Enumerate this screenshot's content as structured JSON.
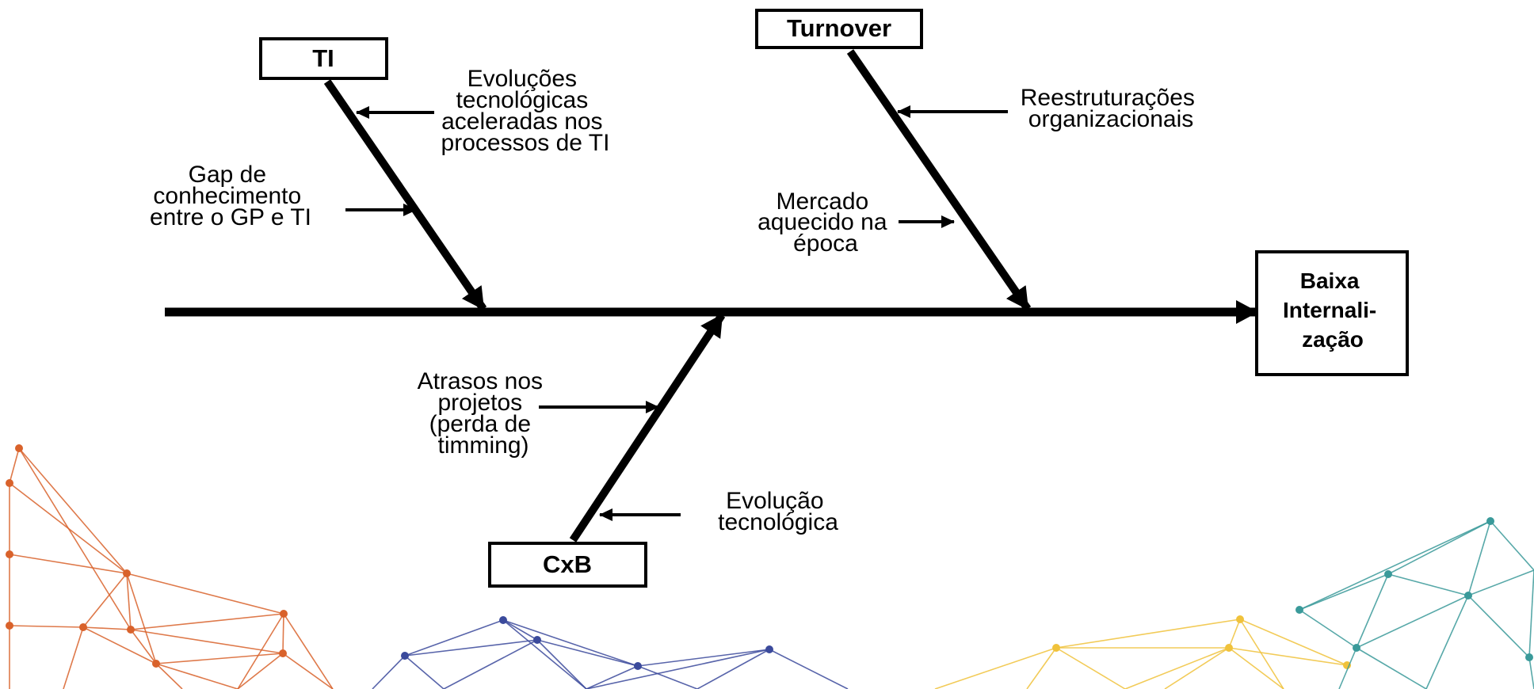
{
  "effect": {
    "lines": [
      "Baixa",
      "Internali-",
      "zação"
    ]
  },
  "categories": {
    "ti": "TI",
    "turnover": "Turnover",
    "cxb": "CxB"
  },
  "causes": {
    "ti_1": [
      "Evoluções",
      "tecnológicas",
      "aceleradas nos",
      "processos de TI"
    ],
    "ti_2": [
      "Gap de",
      "conhecimento",
      "entre o GP e TI"
    ],
    "turnover_1": [
      "Reestruturações",
      "organizacionais"
    ],
    "turnover_2": [
      "Mercado",
      "aquecido na",
      "época"
    ],
    "cxb_1": [
      "Atrasos nos",
      "projetos",
      "(perda de",
      "timming)"
    ],
    "cxb_2": [
      "Evolução",
      "tecnológica"
    ]
  },
  "colors": {
    "line": "#000000",
    "net_orange": "#d9622b",
    "net_blue": "#3b4a9c",
    "net_yellow": "#f0c23b",
    "net_teal": "#3a9a9a"
  }
}
